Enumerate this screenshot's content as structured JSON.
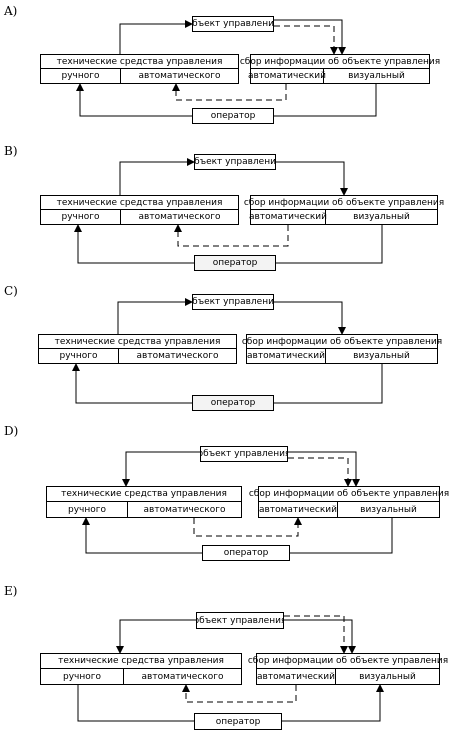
{
  "labels": {
    "object": "объект управления",
    "tech": "технические средства управления",
    "manual": "ручного",
    "auto": "автоматического",
    "info": "сбор информации об объекте управления",
    "auto_info": "автоматический",
    "visual": "визуальный",
    "operator": "оператор"
  },
  "panels": [
    {
      "letter": "A)",
      "dashed_object_to_info": true
    },
    {
      "letter": "B)",
      "dashed_object_to_info": false
    },
    {
      "letter": "C)",
      "dashed_object_to_info": false
    },
    {
      "letter": "D)",
      "dashed_object_to_info": true
    },
    {
      "letter": "E)",
      "dashed_object_to_info": true
    }
  ]
}
